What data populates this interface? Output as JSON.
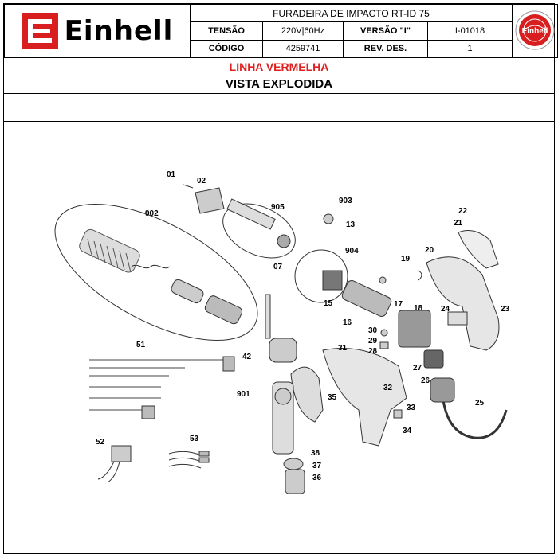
{
  "header": {
    "brand": "Einhell",
    "product": "FURADEIRA DE IMPACTO RT-ID 75",
    "tension_label": "TENSÃO",
    "tension_value": "220V|60Hz",
    "version_label": "VERSÃO \"I\"",
    "version_value": "I-01018",
    "code_label": "CÓDIGO",
    "code_value": "4259741",
    "rev_label": "REV. DES.",
    "rev_value": "1"
  },
  "line": "LINHA VERMELHA",
  "view": "VISTA EXPLODIDA",
  "colors": {
    "brand_red": "#d81e1e",
    "line_red": "#e02020"
  },
  "part_numbers": [
    "01",
    "02",
    "902",
    "905",
    "903",
    "13",
    "07",
    "904",
    "15",
    "16",
    "17",
    "18",
    "19",
    "20",
    "21",
    "22",
    "23",
    "24",
    "27",
    "26",
    "25",
    "28",
    "29",
    "30",
    "31",
    "32",
    "33",
    "34",
    "35",
    "42",
    "51",
    "901",
    "38",
    "37",
    "36",
    "52",
    "53"
  ]
}
